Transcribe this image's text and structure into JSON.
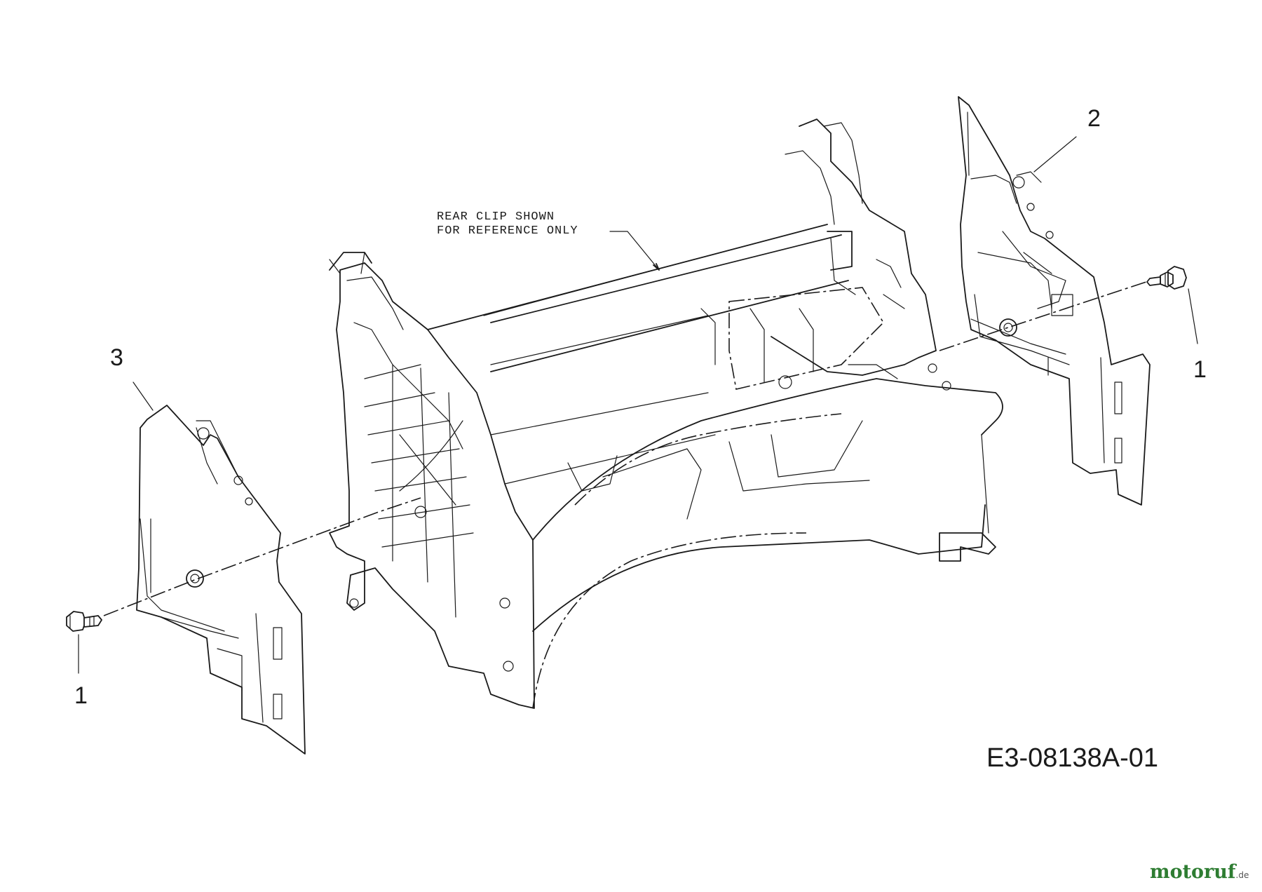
{
  "drawing_code": "E3-08138A-01",
  "note": {
    "line1": "REAR CLIP SHOWN",
    "line2": "FOR REFERENCE ONLY"
  },
  "callouts": {
    "left_bolt": "1",
    "right_bolt": "1",
    "right_bracket": "2",
    "left_bracket": "3"
  },
  "watermark": {
    "part1": "motoruf",
    "part2": ".de"
  },
  "colors": {
    "line": "#1a1a1a",
    "background": "#ffffff",
    "watermark_green": "#2e7d32",
    "watermark_blue": "#3f6fb5"
  }
}
